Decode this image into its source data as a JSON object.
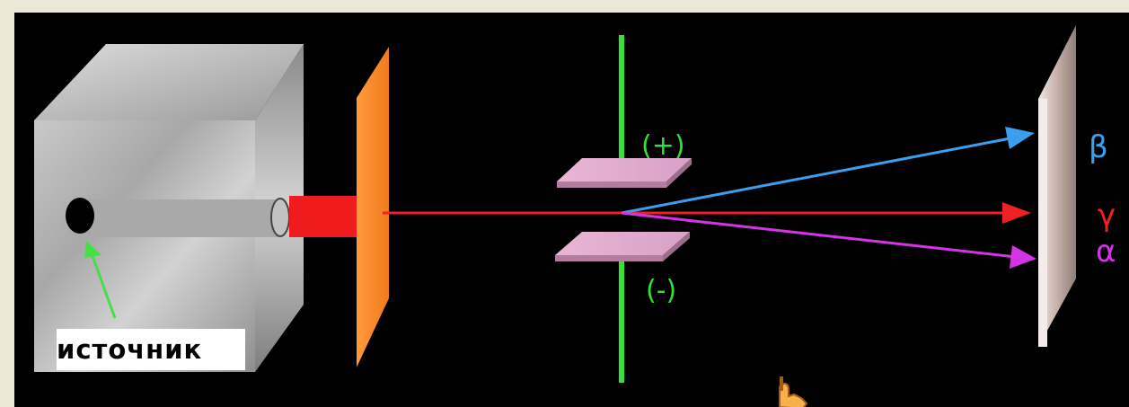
{
  "source_label": "источник",
  "plates": {
    "top_sign": "(+)",
    "bottom_sign": "(-)"
  },
  "rays": [
    {
      "symbol": "β",
      "color": "#3aa0ee"
    },
    {
      "symbol": "γ",
      "color": "#ee2222"
    },
    {
      "symbol": "α",
      "color": "#d633e6"
    }
  ],
  "icons": [
    "hand-pointer-icon"
  ]
}
